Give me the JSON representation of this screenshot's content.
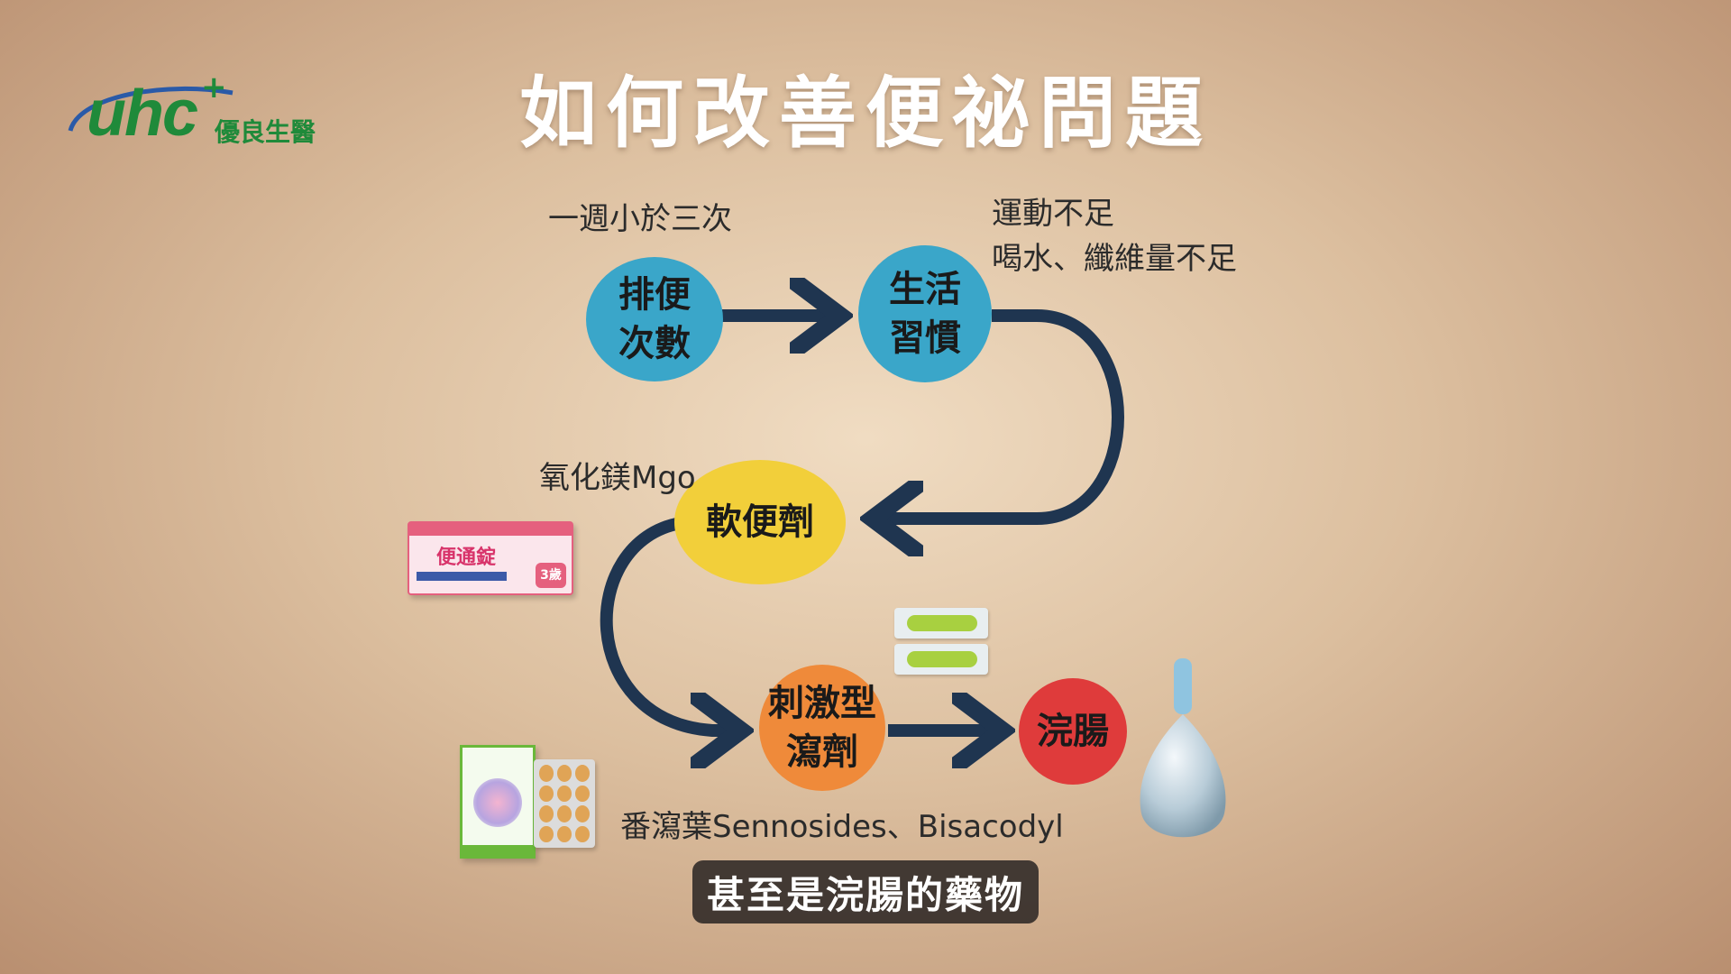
{
  "title": "如何改善便祕問題",
  "logo": {
    "brand": "uhc",
    "chinese": "優良生醫"
  },
  "nodes": {
    "frequency": "排便\n次數",
    "habits": "生活\n習慣",
    "softener": "軟便劑",
    "stimulant": "刺激型\n瀉劑",
    "enema": "浣腸"
  },
  "notes": {
    "frequency": "一週小於三次",
    "habits": "運動不足\n喝水、纖維量不足",
    "softener": "氧化鎂Mgo",
    "stimulant": "番瀉葉Sennosides、Bisacodyl"
  },
  "products": {
    "softener_box_title": "便通錠",
    "softener_box_badge": "3歲"
  },
  "subtitle": "甚至是浣腸的藥物",
  "colors": {
    "frequency": "#3aa6c9",
    "habits": "#3aa6c9",
    "softener": "#f2cf3a",
    "stimulant": "#ef8a3a",
    "enema": "#df3b3b",
    "arrow": "#1f3550",
    "logo": "#1f8a3a"
  }
}
